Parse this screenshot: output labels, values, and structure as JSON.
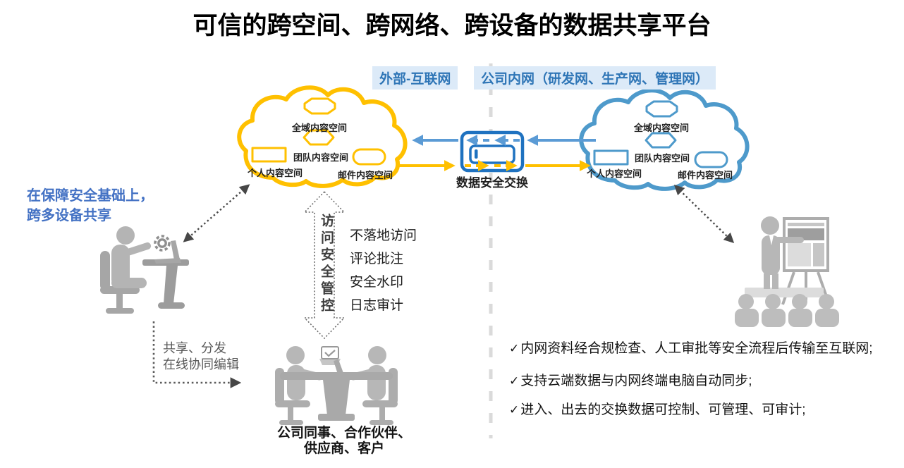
{
  "title": "可信的跨空间、跨网络、跨设备的数据共享平台",
  "zones": {
    "external_label": "外部-互联网",
    "internal_label": "公司内网（研发网、生产网、管理网）"
  },
  "external_cloud": {
    "global_space": "全域内容空间",
    "team_space": "团队内容空间",
    "personal_space": "个人内容空间",
    "mail_space": "邮件内容空间"
  },
  "internal_cloud": {
    "global_space": "全域内容空间",
    "team_space": "团队内容空间",
    "personal_space": "个人内容空间",
    "mail_space": "邮件内容空间"
  },
  "exchange": {
    "label": "数据安全交换"
  },
  "device_note": {
    "line1": "在保障安全基础上，",
    "line2": "跨多设备共享"
  },
  "access_control": {
    "label": "访问安全管控",
    "features": [
      "不落地访问",
      "评论批注",
      "安全水印",
      "日志审计"
    ]
  },
  "share_note": {
    "line1": "共享、分发",
    "line2": "在线协同编辑"
  },
  "collaborators": {
    "line1": "公司同事、合作伙伴、",
    "line2": "供应商、客户"
  },
  "checklist": {
    "mark": "✓",
    "items": [
      "内网资料经合规检查、人工审批等安全流程后传输至互联网;",
      "支持云端数据与内网终端电脑自动同步;",
      "进入、出去的交换数据可控制、可管理、可审计;"
    ]
  },
  "colors": {
    "external_cloud": "#FFC000",
    "internal_cloud": "#4E9ACB",
    "arrow_blue": "#5B9BD5",
    "arrow_yellow": "#FFC000",
    "exchange_box": "#1F72C0",
    "zone_label_text": "#2E75B6",
    "zone_label_bg": "#DCEAF8",
    "device_note_text": "#4472C4",
    "silhouette_gray": "#B4B4B4"
  }
}
